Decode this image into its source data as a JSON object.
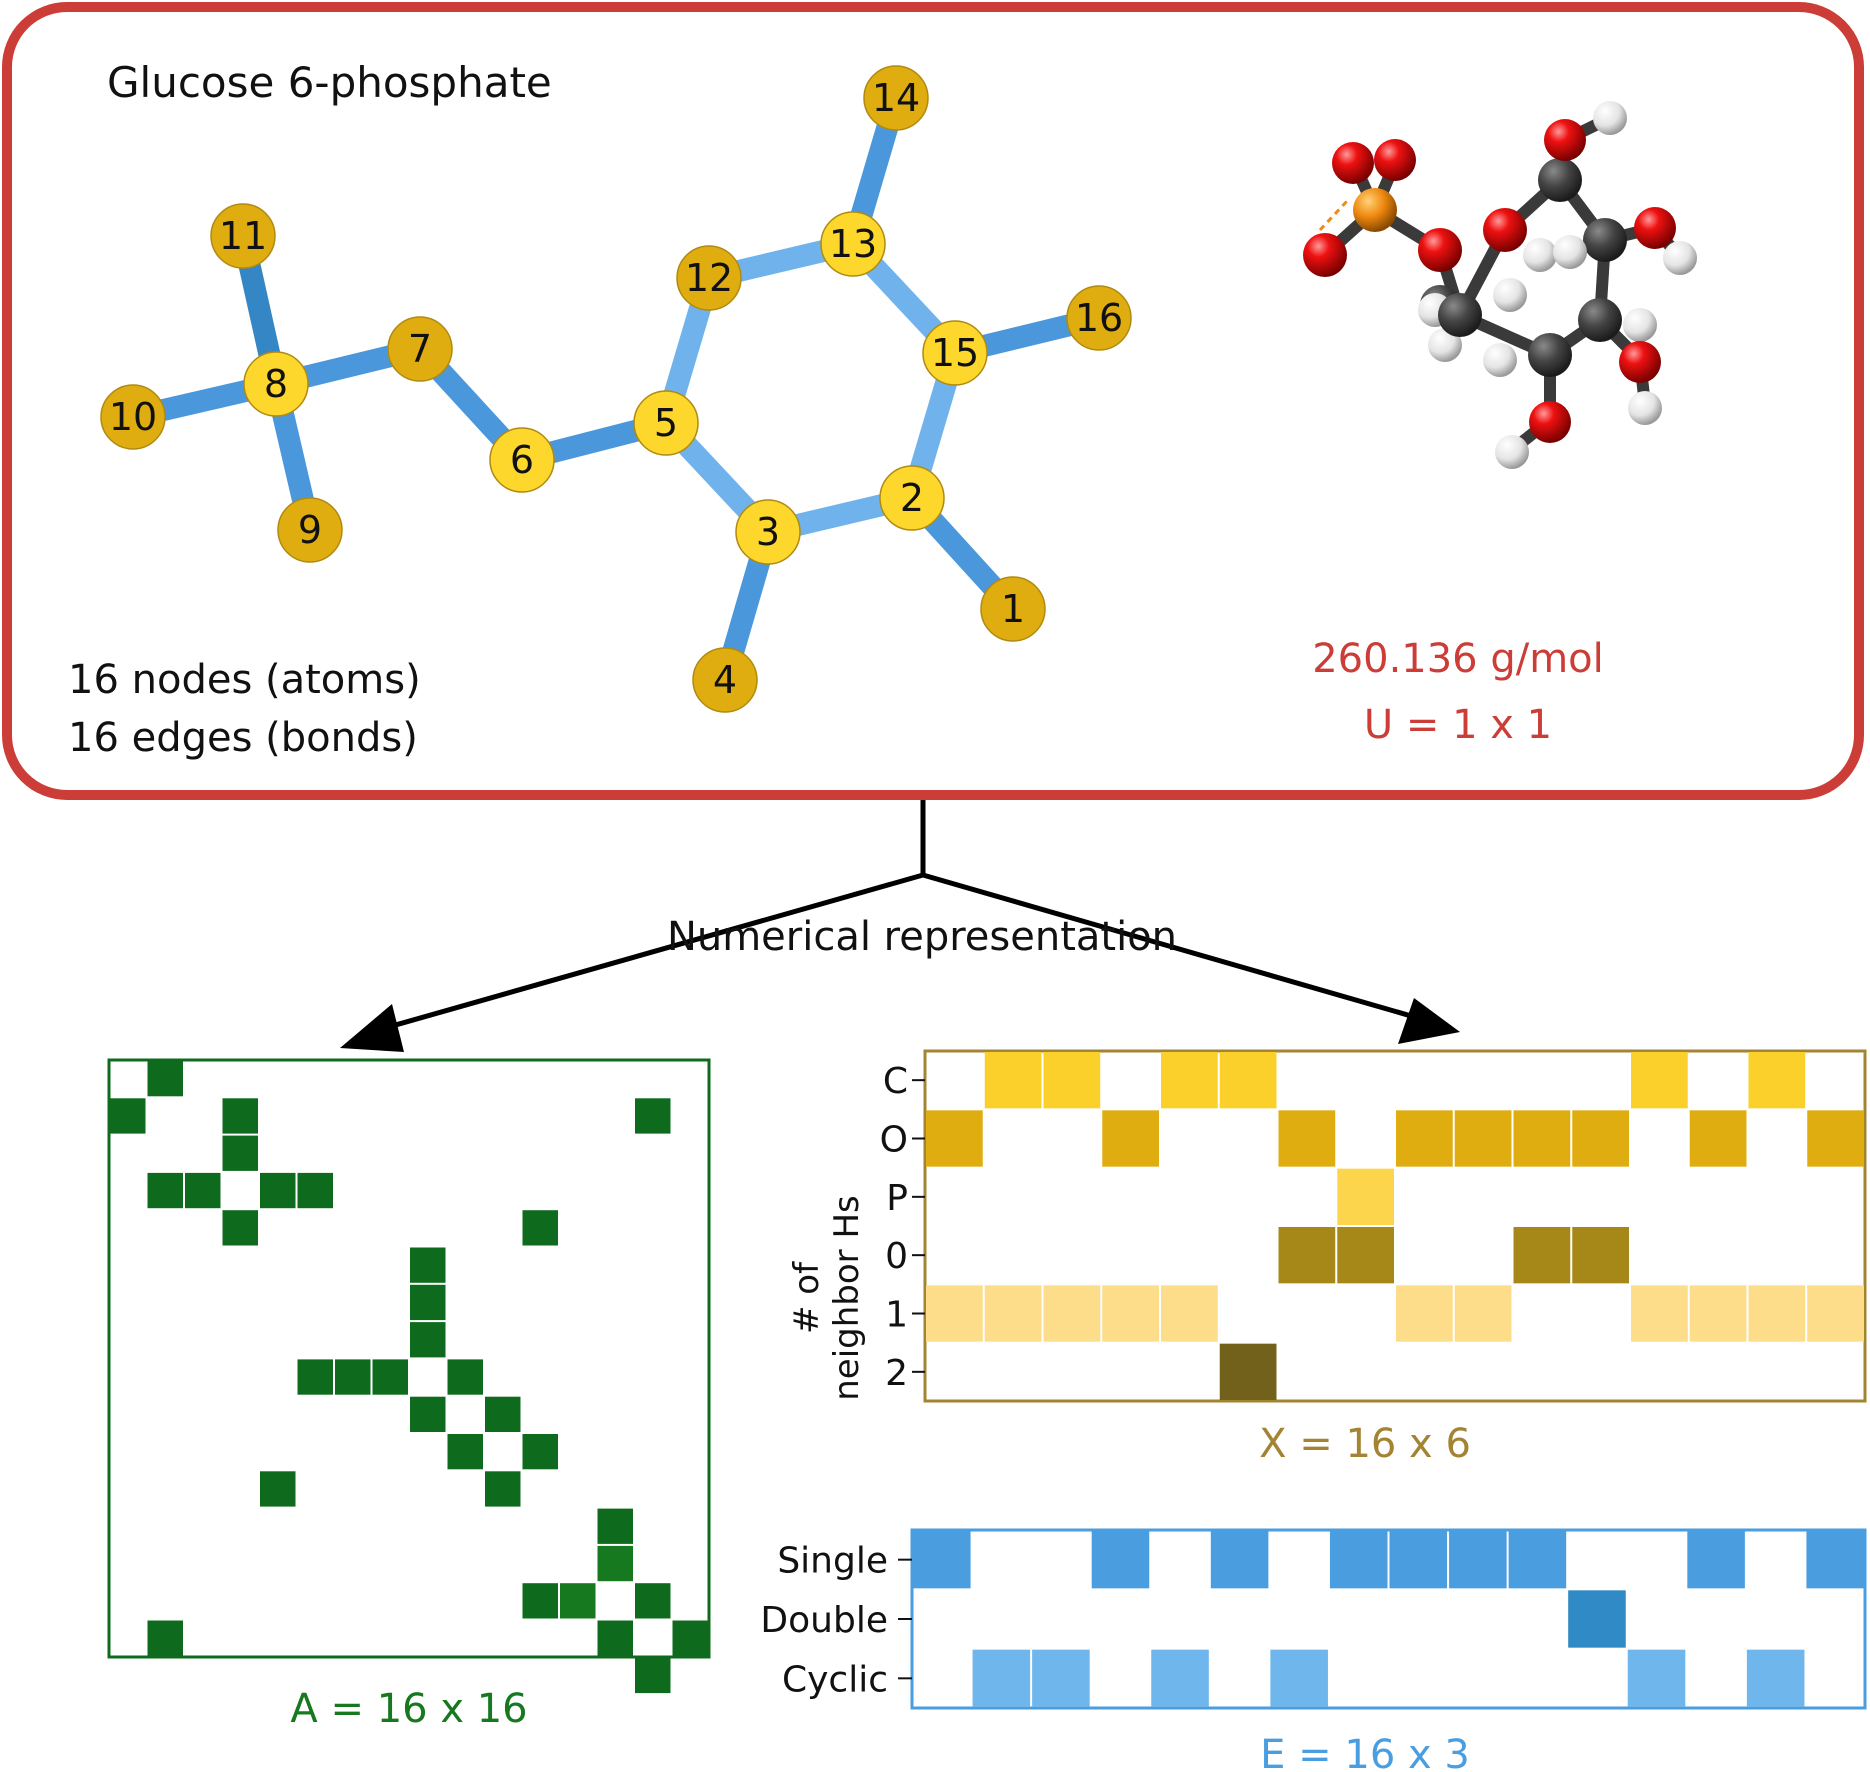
{
  "molecule": {
    "name": "Glucose 6-phosphate",
    "nodes_text": "16 nodes (atoms)",
    "edges_text": "16 edges (bonds)",
    "mass": "260.136 g/mol",
    "u_label": "U = 1 x 1"
  },
  "graph": {
    "nodes": [
      {
        "id": "1",
        "kind": "dark"
      },
      {
        "id": "2",
        "kind": "light"
      },
      {
        "id": "3",
        "kind": "light"
      },
      {
        "id": "4",
        "kind": "dark"
      },
      {
        "id": "5",
        "kind": "light"
      },
      {
        "id": "6",
        "kind": "light"
      },
      {
        "id": "7",
        "kind": "dark"
      },
      {
        "id": "8",
        "kind": "light"
      },
      {
        "id": "9",
        "kind": "dark"
      },
      {
        "id": "10",
        "kind": "dark"
      },
      {
        "id": "11",
        "kind": "dark"
      },
      {
        "id": "12",
        "kind": "dark"
      },
      {
        "id": "13",
        "kind": "light"
      },
      {
        "id": "14",
        "kind": "dark"
      },
      {
        "id": "15",
        "kind": "light"
      },
      {
        "id": "16",
        "kind": "dark"
      }
    ],
    "edges": [
      {
        "from": "8",
        "to": "10",
        "type": "single"
      },
      {
        "from": "8",
        "to": "11",
        "type": "double"
      },
      {
        "from": "8",
        "to": "9",
        "type": "single"
      },
      {
        "from": "8",
        "to": "7",
        "type": "single"
      },
      {
        "from": "7",
        "to": "6",
        "type": "single"
      },
      {
        "from": "6",
        "to": "5",
        "type": "single"
      },
      {
        "from": "5",
        "to": "12",
        "type": "cyclic"
      },
      {
        "from": "12",
        "to": "13",
        "type": "cyclic"
      },
      {
        "from": "13",
        "to": "14",
        "type": "single"
      },
      {
        "from": "13",
        "to": "15",
        "type": "cyclic"
      },
      {
        "from": "15",
        "to": "16",
        "type": "single"
      },
      {
        "from": "15",
        "to": "2",
        "type": "cyclic"
      },
      {
        "from": "2",
        "to": "1",
        "type": "single"
      },
      {
        "from": "2",
        "to": "3",
        "type": "cyclic"
      },
      {
        "from": "3",
        "to": "5",
        "type": "cyclic"
      },
      {
        "from": "3",
        "to": "4",
        "type": "single"
      }
    ]
  },
  "colors": {
    "frame_red": "#cc3d38",
    "node_dark": "#e0ad10",
    "node_light": "#fdd72c",
    "edge_single": "#4a97dc",
    "edge_double": "#3586c4",
    "edge_cyclic": "#70b3ec",
    "matrix_green": "#0e6b1e",
    "matrix_green_light": "#16781f",
    "x_border": "#a38432",
    "e_border": "#4a9ee0"
  },
  "arrow_label": "Numerical representation",
  "adjacency": {
    "label": "A = 16 x 16",
    "cells": [
      [
        0,
        1
      ],
      [
        1,
        0
      ],
      [
        1,
        3
      ],
      [
        1,
        14
      ],
      [
        2,
        3
      ],
      [
        3,
        1
      ],
      [
        3,
        2
      ],
      [
        3,
        4
      ],
      [
        3,
        5
      ],
      [
        4,
        3
      ],
      [
        4,
        11
      ],
      [
        5,
        8
      ],
      [
        6,
        8
      ],
      [
        7,
        8
      ],
      [
        8,
        5
      ],
      [
        8,
        6
      ],
      [
        8,
        7
      ],
      [
        8,
        9
      ],
      [
        9,
        8
      ],
      [
        9,
        10
      ],
      [
        10,
        9
      ],
      [
        10,
        11
      ],
      [
        11,
        4
      ],
      [
        11,
        10
      ],
      [
        12,
        13
      ],
      [
        13,
        13
      ],
      [
        14,
        11
      ],
      [
        14,
        12
      ],
      [
        14,
        14
      ],
      [
        15,
        1
      ],
      [
        15,
        13
      ],
      [
        15,
        15
      ],
      [
        16,
        14
      ]
    ]
  },
  "features": {
    "label": "X = 16 x 6",
    "axis_label": "# of\nneighbor Hs",
    "rows": [
      "C",
      "O",
      "P",
      "0",
      "1",
      "2"
    ],
    "cells": [
      {
        "r": 0,
        "cols": [
          1,
          2,
          4,
          5,
          12,
          14
        ],
        "tone": "c"
      },
      {
        "r": 1,
        "cols": [
          0,
          3,
          6,
          8,
          9,
          10,
          11,
          13,
          15
        ],
        "tone": "o"
      },
      {
        "r": 2,
        "cols": [
          7
        ],
        "tone": "p"
      },
      {
        "r": 3,
        "cols": [
          6,
          7,
          10,
          11
        ],
        "tone": "h0"
      },
      {
        "r": 4,
        "cols": [
          0,
          1,
          2,
          3,
          4,
          8,
          9,
          12,
          13,
          14,
          15
        ],
        "tone": "h1"
      },
      {
        "r": 5,
        "cols": [
          5
        ],
        "tone": "h2"
      }
    ],
    "tones": {
      "c": "#fbd02a",
      "o": "#e0ad10",
      "p": "#fdd54d",
      "h0": "#a58818",
      "h1": "#fddc8a",
      "h2": "#72611a"
    }
  },
  "edge_features": {
    "label": "E = 16 x 3",
    "rows": [
      "Single",
      "Double",
      "Cyclic"
    ],
    "cells": [
      {
        "r": 0,
        "cols": [
          0,
          3,
          5,
          7,
          8,
          9,
          10,
          13,
          15
        ],
        "tone": "single"
      },
      {
        "r": 1,
        "cols": [
          11
        ],
        "tone": "double"
      },
      {
        "r": 2,
        "cols": [
          1,
          2,
          4,
          6,
          12,
          14
        ],
        "tone": "cyclic"
      }
    ],
    "tones": {
      "single": "#4a9ee0",
      "double": "#2f8ac6",
      "cyclic": "#6eb6ec"
    }
  }
}
